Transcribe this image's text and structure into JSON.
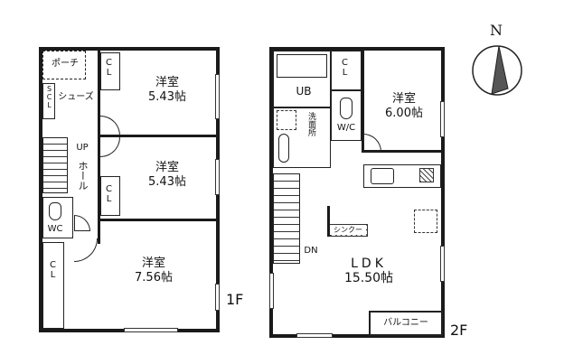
{
  "floor1": {
    "label": "1F",
    "rooms": [
      {
        "id": "bedroom-1",
        "name": "洋室",
        "size": "5.43帖"
      },
      {
        "id": "bedroom-2",
        "name": "洋室",
        "size": "5.43帖"
      },
      {
        "id": "bedroom-3",
        "name": "洋室",
        "size": "7.56帖"
      }
    ],
    "porch": "ポーチ",
    "shoes": "シューズ",
    "closet": "CL",
    "stairs_up": "UP",
    "hall": "ホール",
    "toilet": "WC"
  },
  "floor2": {
    "label": "2F",
    "rooms": [
      {
        "id": "bedroom-4",
        "name": "洋室",
        "size": "6.00帖"
      },
      {
        "id": "ldk",
        "name": "LDK",
        "size": "15.50帖"
      }
    ],
    "bath": "UB",
    "washroom": "洗面所",
    "toilet": "W/C",
    "closet": "CL",
    "stairs_down": "DN",
    "storage": "シンクー",
    "balcony": "バルコニー"
  },
  "compass": {
    "label": "N"
  }
}
